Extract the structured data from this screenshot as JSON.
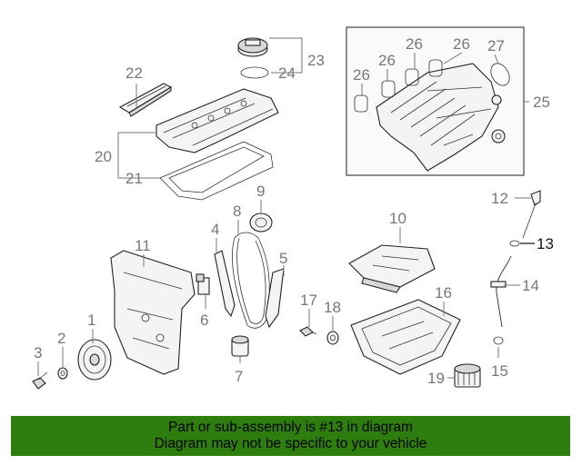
{
  "callouts": {
    "c1": "1",
    "c2": "2",
    "c3": "3",
    "c4": "4",
    "c5": "5",
    "c6": "6",
    "c7": "7",
    "c8": "8",
    "c9": "9",
    "c10": "10",
    "c11": "11",
    "c12": "12",
    "c13": "13",
    "c14": "14",
    "c15": "15",
    "c16": "16",
    "c17": "17",
    "c18": "18",
    "c19": "19",
    "c20": "20",
    "c21": "21",
    "c22": "22",
    "c23": "23",
    "c24": "24",
    "c25": "25",
    "c26a": "26",
    "c26b": "26",
    "c26c": "26",
    "c26d": "26",
    "c27": "27"
  },
  "highlighted_part": "13",
  "banner": {
    "line1": "Part or sub-assembly is #13 in diagram",
    "line2": "Diagram may not be specific to your vehicle",
    "background": "#2e7d0f"
  },
  "colors": {
    "callout": "#777777",
    "callout_active": "#111111"
  }
}
